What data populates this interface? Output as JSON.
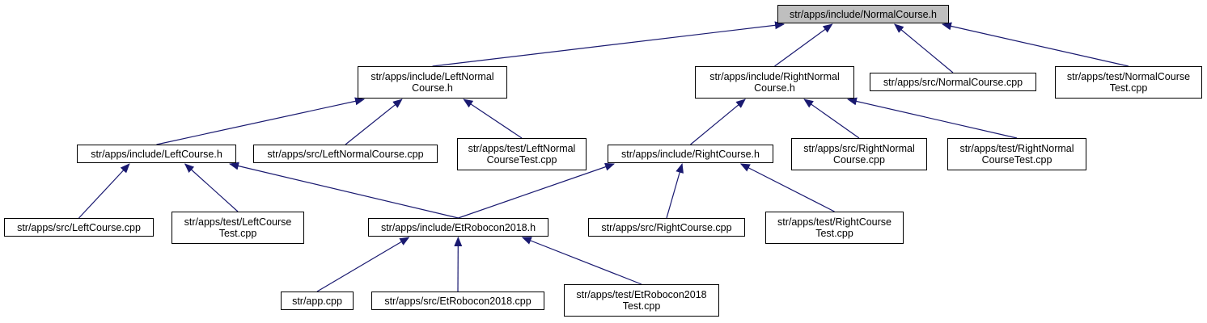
{
  "colors": {
    "edge": "#191970",
    "root_fill": "#bfbfbf",
    "node_border": "#000000"
  },
  "nodes": {
    "normalcourse_h": {
      "lines": [
        "str/apps/include/NormalCourse.h"
      ]
    },
    "leftnormalcourse_h": {
      "lines": [
        "str/apps/include/LeftNormal",
        "Course.h"
      ]
    },
    "rightnormalcourse_h": {
      "lines": [
        "str/apps/include/RightNormal",
        "Course.h"
      ]
    },
    "normalcourse_cpp": {
      "lines": [
        "str/apps/src/NormalCourse.cpp"
      ]
    },
    "normalcoursetest_cpp": {
      "lines": [
        "str/apps/test/NormalCourse",
        "Test.cpp"
      ]
    },
    "leftcourse_h": {
      "lines": [
        "str/apps/include/LeftCourse.h"
      ]
    },
    "leftnormalcourse_cpp": {
      "lines": [
        "str/apps/src/LeftNormalCourse.cpp"
      ]
    },
    "leftnormalcoursetest_cpp": {
      "lines": [
        "str/apps/test/LeftNormal",
        "CourseTest.cpp"
      ]
    },
    "rightcourse_h": {
      "lines": [
        "str/apps/include/RightCourse.h"
      ]
    },
    "rightnormalcourse_cpp": {
      "lines": [
        "str/apps/src/RightNormal",
        "Course.cpp"
      ]
    },
    "rightnormalcoursetest_cpp": {
      "lines": [
        "str/apps/test/RightNormal",
        "CourseTest.cpp"
      ]
    },
    "leftcourse_cpp": {
      "lines": [
        "str/apps/src/LeftCourse.cpp"
      ]
    },
    "leftcoursetest_cpp": {
      "lines": [
        "str/apps/test/LeftCourse",
        "Test.cpp"
      ]
    },
    "etrobocon2018_h": {
      "lines": [
        "str/apps/include/EtRobocon2018.h"
      ]
    },
    "rightcourse_cpp": {
      "lines": [
        "str/apps/src/RightCourse.cpp"
      ]
    },
    "rightcoursetest_cpp": {
      "lines": [
        "str/apps/test/RightCourse",
        "Test.cpp"
      ]
    },
    "app_cpp": {
      "lines": [
        "str/app.cpp"
      ]
    },
    "etrobocon2018_cpp": {
      "lines": [
        "str/apps/src/EtRobocon2018.cpp"
      ]
    },
    "etrobocon2018test_cpp": {
      "lines": [
        "str/apps/test/EtRobocon2018",
        "Test.cpp"
      ]
    }
  },
  "edges": [
    {
      "from": "leftnormalcourse_h",
      "to": "normalcourse_h"
    },
    {
      "from": "rightnormalcourse_h",
      "to": "normalcourse_h"
    },
    {
      "from": "normalcourse_cpp",
      "to": "normalcourse_h"
    },
    {
      "from": "normalcoursetest_cpp",
      "to": "normalcourse_h"
    },
    {
      "from": "leftcourse_h",
      "to": "leftnormalcourse_h"
    },
    {
      "from": "leftnormalcourse_cpp",
      "to": "leftnormalcourse_h"
    },
    {
      "from": "leftnormalcoursetest_cpp",
      "to": "leftnormalcourse_h"
    },
    {
      "from": "rightcourse_h",
      "to": "rightnormalcourse_h"
    },
    {
      "from": "rightnormalcourse_cpp",
      "to": "rightnormalcourse_h"
    },
    {
      "from": "rightnormalcoursetest_cpp",
      "to": "rightnormalcourse_h"
    },
    {
      "from": "leftcourse_cpp",
      "to": "leftcourse_h"
    },
    {
      "from": "leftcoursetest_cpp",
      "to": "leftcourse_h"
    },
    {
      "from": "etrobocon2018_h",
      "to": "leftcourse_h"
    },
    {
      "from": "etrobocon2018_h",
      "to": "rightcourse_h"
    },
    {
      "from": "rightcourse_cpp",
      "to": "rightcourse_h"
    },
    {
      "from": "rightcoursetest_cpp",
      "to": "rightcourse_h"
    },
    {
      "from": "app_cpp",
      "to": "etrobocon2018_h"
    },
    {
      "from": "etrobocon2018_cpp",
      "to": "etrobocon2018_h"
    },
    {
      "from": "etrobocon2018test_cpp",
      "to": "etrobocon2018_h"
    }
  ]
}
